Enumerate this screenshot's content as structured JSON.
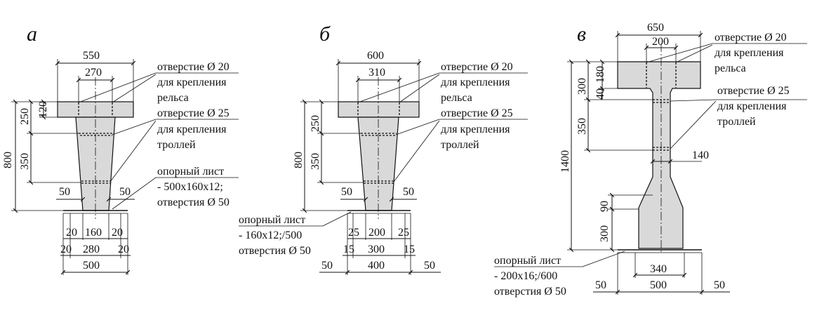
{
  "panels": [
    {
      "letter": "а",
      "dims": {
        "top_width": "550",
        "top_inner": "270",
        "height": "800",
        "d250": "250",
        "d120": "120",
        "d350": "350",
        "side_left": "50",
        "side_right": "50",
        "b1_a": "20",
        "b1_b": "160",
        "b1_c": "20",
        "b2_a": "20",
        "b2_b": "280",
        "b2_c": "20",
        "bottom": "500"
      },
      "notes": {
        "hole20": [
          "отверстие Ø 20",
          "для крепления",
          "рельса"
        ],
        "hole25": [
          "отверстие Ø 25",
          "для крепления",
          "троллей"
        ],
        "plate": [
          "опорный лист",
          "- 500x160x12;",
          "отверстия Ø 50"
        ]
      }
    },
    {
      "letter": "б",
      "dims": {
        "top_width": "600",
        "top_inner": "310",
        "height": "800",
        "d250": "250",
        "d350": "350",
        "side_left": "50",
        "side_right": "50",
        "b1_a": "25",
        "b1_b": "200",
        "b1_c": "25",
        "b2_a": "15",
        "b2_b": "300",
        "b2_c": "15",
        "bottom": "400",
        "out_left": "50",
        "out_right": "50"
      },
      "notes": {
        "hole20": [
          "отверстие Ø 20",
          "для крепления",
          "рельса"
        ],
        "hole25": [
          "отверстие Ø 25",
          "для крепления",
          "троллей"
        ],
        "plate": [
          "опорный лист",
          "- 160x12;/500",
          "отверстия Ø 50"
        ]
      }
    },
    {
      "letter": "в",
      "dims": {
        "top_width": "650",
        "top_inner": "200",
        "height": "1400",
        "d300": "300",
        "d180": "180",
        "d40": "40",
        "d350": "350",
        "web": "140",
        "d90": "90",
        "d300b": "300",
        "b_inner": "340",
        "bottom": "500",
        "out_left": "50",
        "out_right": "50"
      },
      "notes": {
        "hole20": [
          "отверстие Ø 20",
          "для крепления",
          "рельса"
        ],
        "hole25": [
          "отверстие Ø 25",
          "для крепления",
          "троллей"
        ],
        "plate": [
          "опорный лист",
          "- 200x16;/600",
          "отверстия Ø 50"
        ]
      }
    }
  ]
}
